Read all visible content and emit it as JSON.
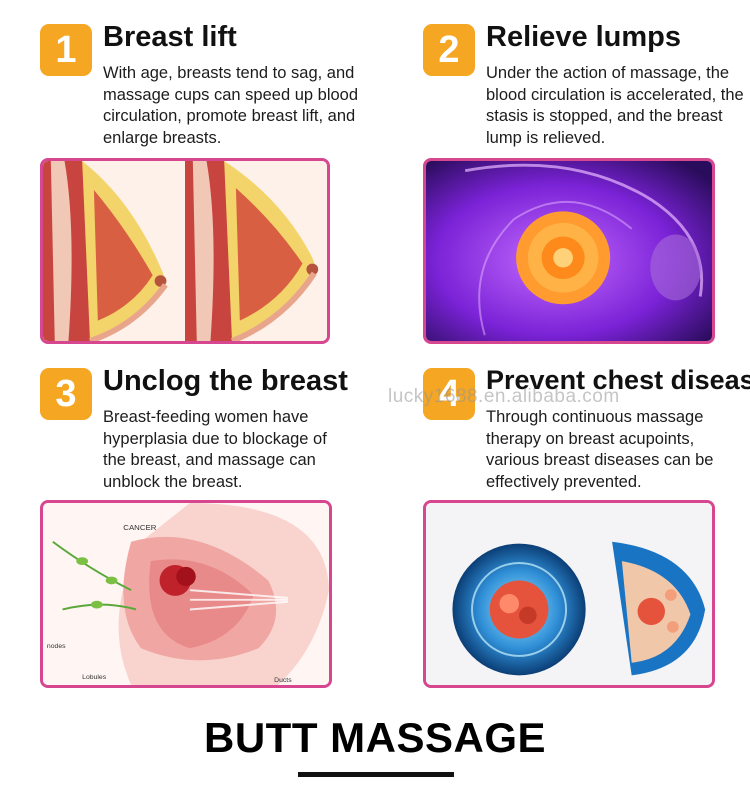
{
  "sections": [
    {
      "number": "1",
      "title": "Breast lift",
      "description": "With age, breasts tend to sag, and massage cups can speed up blood circulation, promote breast lift, and enlarge breasts."
    },
    {
      "number": "2",
      "title": "Relieve lumps",
      "description": "Under the action of massage, the blood circulation is accelerated, the stasis is stopped, and the breast lump is relieved."
    },
    {
      "number": "3",
      "title": "Unclog the breast",
      "description": "Breast-feeding women have hyperplasia due to blockage of the breast, and massage can unblock the breast."
    },
    {
      "number": "4",
      "title": "Prevent chest diseases",
      "description": "Through continuous massage therapy on breast acupoints, various breast diseases can be effectively prevented."
    }
  ],
  "diagram_labels": {
    "cancer": "CANCER",
    "nodes": "nodes",
    "lobules": "Lobules",
    "ducts": "Ducts"
  },
  "watermark": "lucky1688.en.alibaba.com",
  "footer": {
    "title": "BUTT MASSAGE"
  },
  "colors": {
    "badge": "#f5a623",
    "frame_border": "#d6478f"
  }
}
